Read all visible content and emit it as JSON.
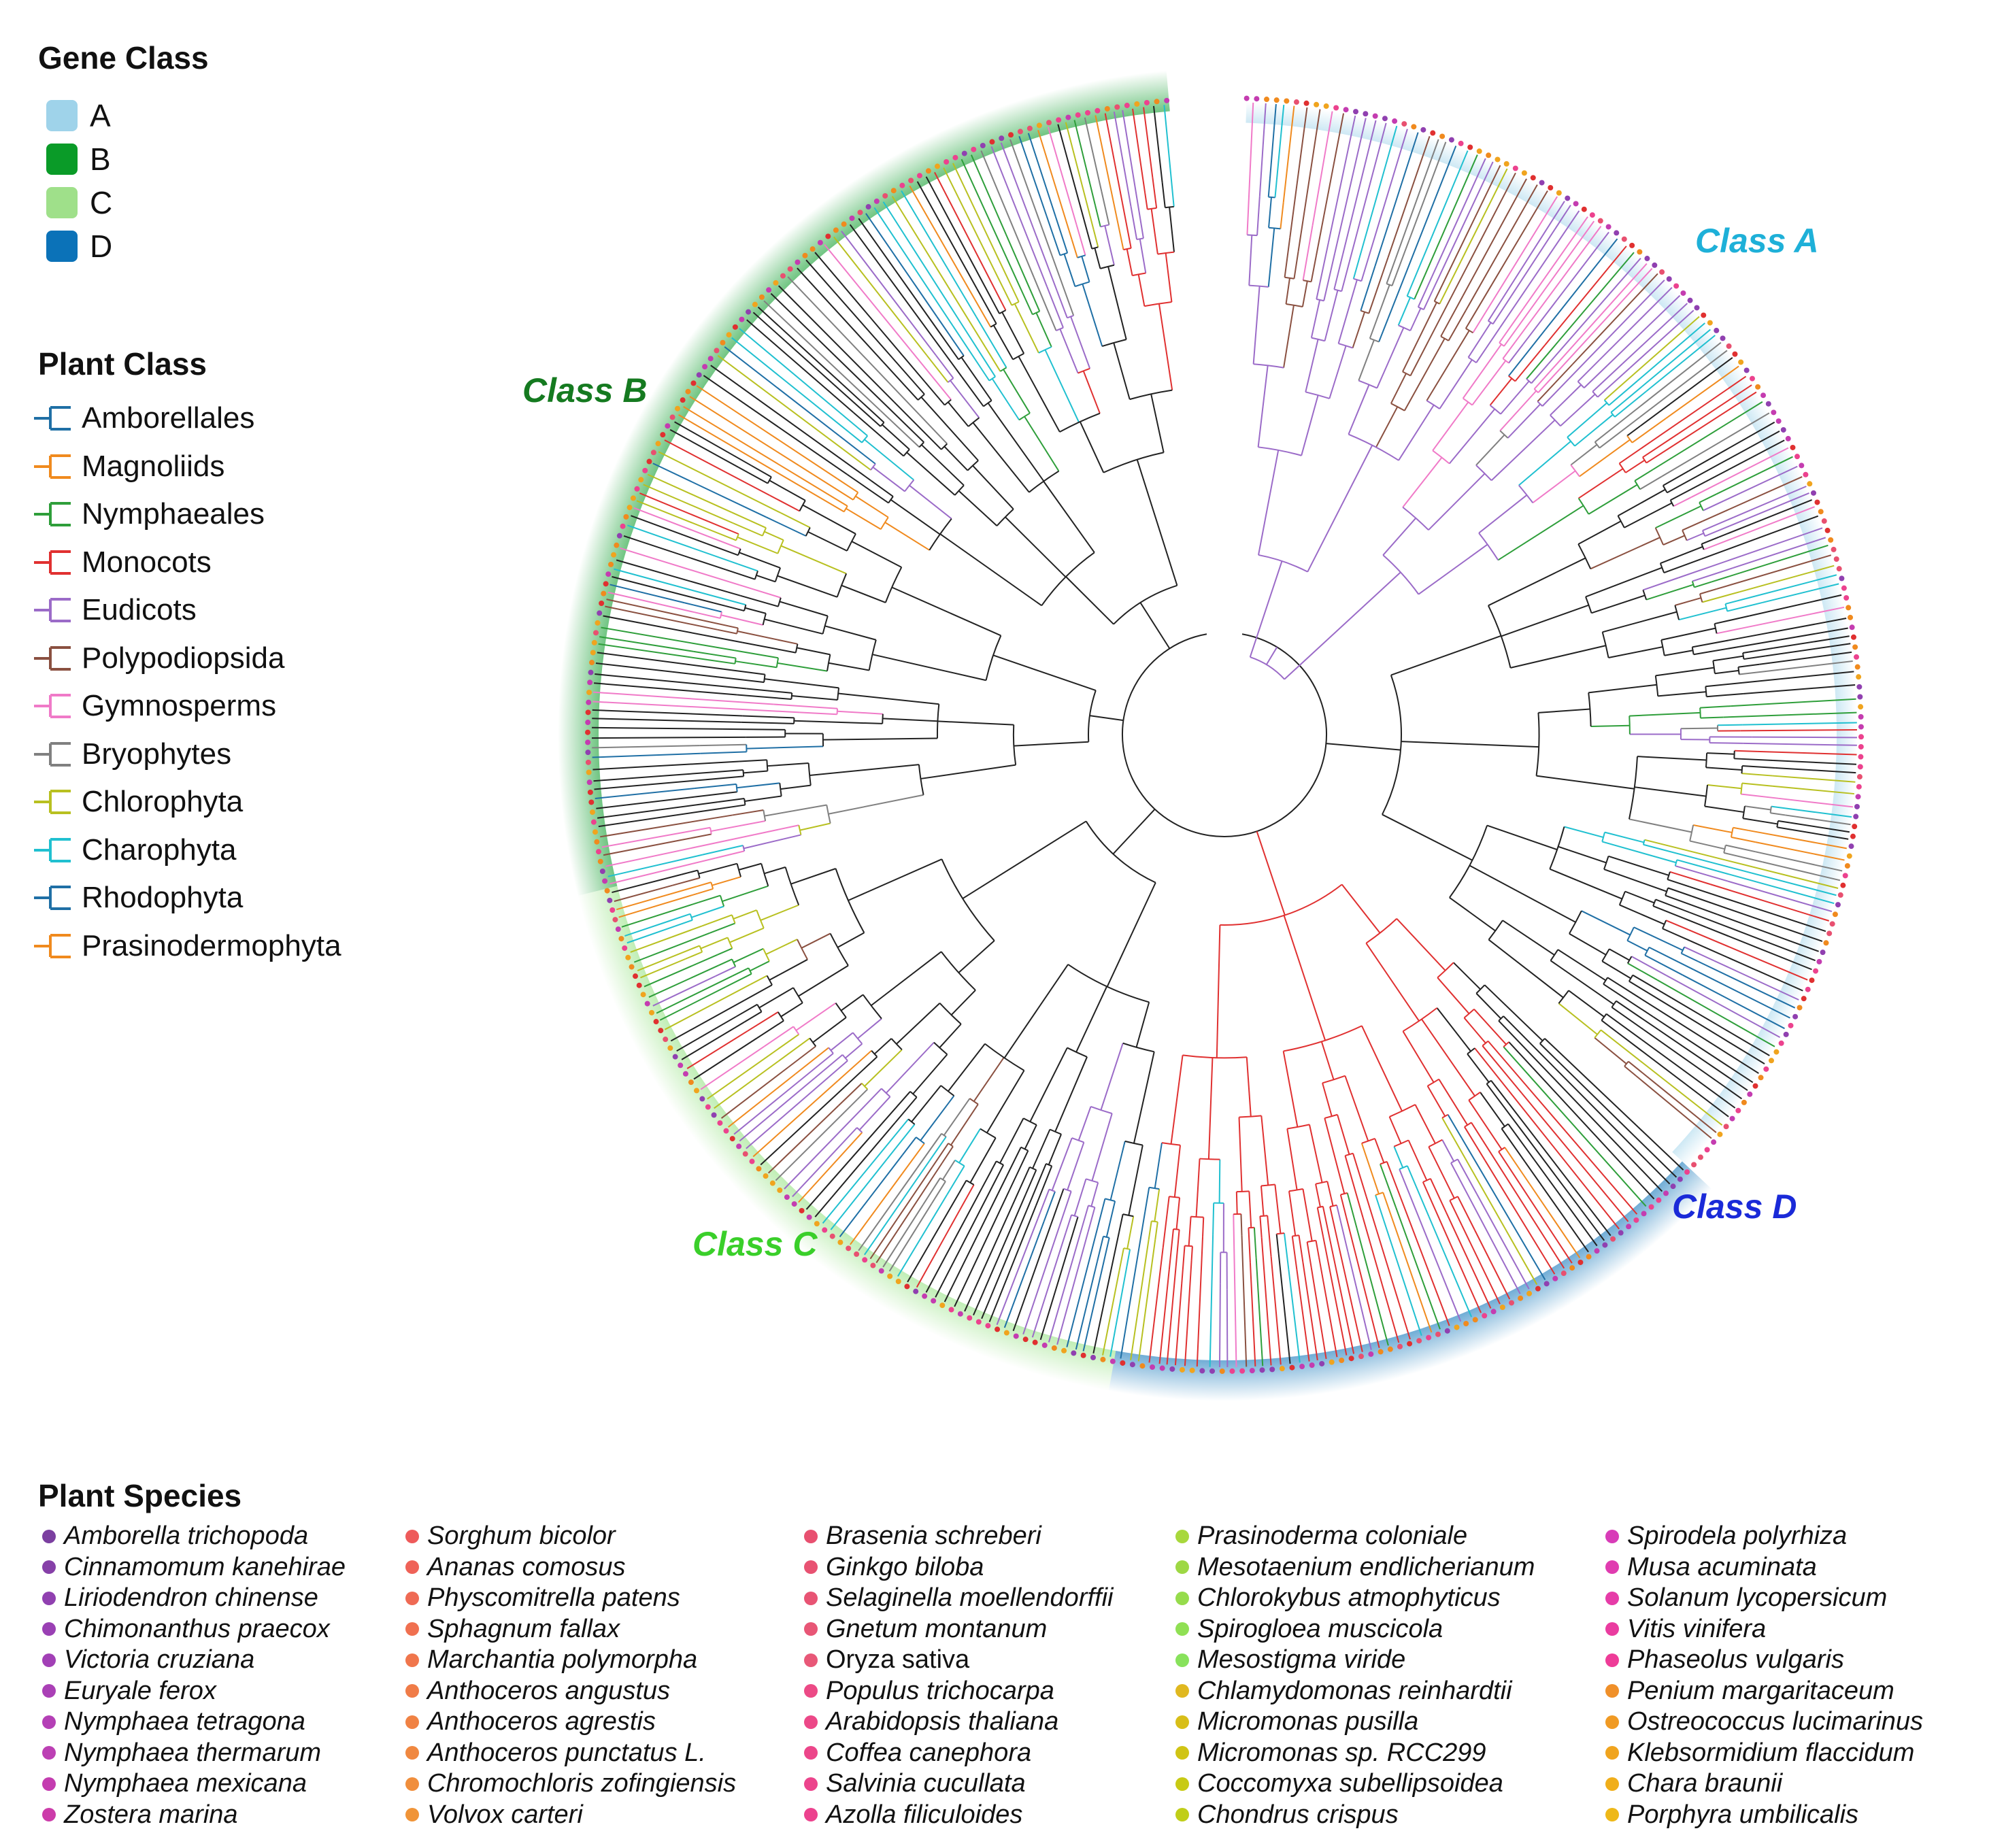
{
  "gene_class_legend": {
    "title": "Gene Class",
    "items": [
      {
        "label": "A",
        "color": "#9fd3ea"
      },
      {
        "label": "B",
        "color": "#0a9b28"
      },
      {
        "label": "C",
        "color": "#9fe08a"
      },
      {
        "label": "D",
        "color": "#0b72b8"
      }
    ]
  },
  "plant_class_legend": {
    "title": "Plant Class",
    "items": [
      {
        "label": "Amborellales",
        "color": "#1f6fa5"
      },
      {
        "label": "Magnoliids",
        "color": "#f08a1e"
      },
      {
        "label": "Nymphaeales",
        "color": "#2e9e3a"
      },
      {
        "label": "Monocots",
        "color": "#e03030"
      },
      {
        "label": "Eudicots",
        "color": "#9b6bc8"
      },
      {
        "label": "Polypodiopsida",
        "color": "#8a5040"
      },
      {
        "label": "Gymnosperms",
        "color": "#f07ac8"
      },
      {
        "label": "Bryophytes",
        "color": "#808080"
      },
      {
        "label": "Chlorophyta",
        "color": "#b8c020"
      },
      {
        "label": "Charophyta",
        "color": "#20c0d0"
      },
      {
        "label": "Rhodophyta",
        "color": "#1f6fa5"
      },
      {
        "label": "Prasinodermophyta",
        "color": "#f08a1e"
      }
    ]
  },
  "class_labels": {
    "a": {
      "text": "Class A",
      "color": "#1eb0d8"
    },
    "b": {
      "text": "Class B",
      "color": "#157a20"
    },
    "c": {
      "text": "Class C",
      "color": "#3acf2a"
    },
    "d": {
      "text": "Class D",
      "color": "#1a2ad8"
    }
  },
  "species_legend": {
    "title": "Plant Species",
    "columns": [
      [
        {
          "name": "Amborella trichopoda",
          "color": "#7b3fa0"
        },
        {
          "name": "Cinnamomum kanehirae",
          "color": "#8640a8"
        },
        {
          "name": "Liriodendron chinense",
          "color": "#9040b0"
        },
        {
          "name": "Chimonanthus praecox",
          "color": "#9a40b4"
        },
        {
          "name": "Victoria cruziana",
          "color": "#a240b6"
        },
        {
          "name": "Euryale ferox",
          "color": "#aa40b6"
        },
        {
          "name": "Nymphaea tetragona",
          "color": "#b440b6"
        },
        {
          "name": "Nymphaea thermarum",
          "color": "#bc40b4"
        },
        {
          "name": "Nymphaea mexicana",
          "color": "#c43cb0"
        },
        {
          "name": "Zostera marina",
          "color": "#cc3caa"
        }
      ],
      [
        {
          "name": "Sorghum bicolor",
          "color": "#ee5a5a"
        },
        {
          "name": "Ananas comosus",
          "color": "#ef6258"
        },
        {
          "name": "Physcomitrella patens",
          "color": "#ef6a54"
        },
        {
          "name": "Sphagnum fallax",
          "color": "#f07050"
        },
        {
          "name": "Marchantia polymorpha",
          "color": "#f0764c"
        },
        {
          "name": "Anthoceros angustus",
          "color": "#f07c48"
        },
        {
          "name": "Anthoceros agrestis",
          "color": "#f08244"
        },
        {
          "name": "Anthoceros punctatus L.",
          "color": "#f08840"
        },
        {
          "name": "Chromochloris zofingiensis",
          "color": "#f08e3c"
        },
        {
          "name": "Volvox carteri",
          "color": "#f09438"
        }
      ],
      [
        {
          "name": "Brasenia schreberi",
          "color": "#e85070"
        },
        {
          "name": "Ginkgo biloba",
          "color": "#e85272"
        },
        {
          "name": "Selaginella moellendorffii",
          "color": "#e85474"
        },
        {
          "name": "Gnetum montanum",
          "color": "#e85676"
        },
        {
          "name": "Oryza sativa",
          "color": "#e85878"
        },
        {
          "name": "Populus trichocarpa",
          "color": "#ec4a86"
        },
        {
          "name": "Arabidopsis thaliana",
          "color": "#ec4888"
        },
        {
          "name": "Coffea canephora",
          "color": "#ec468a"
        },
        {
          "name": "Salvinia cucullata",
          "color": "#ec448c"
        },
        {
          "name": "Azolla filiculoides",
          "color": "#ec428e"
        }
      ],
      [
        {
          "name": "Prasinoderma coloniale",
          "color": "#a8d83c"
        },
        {
          "name": "Mesotaenium endlicherianum",
          "color": "#9ed844"
        },
        {
          "name": "Chlorokybus atmophyticus",
          "color": "#96dc4c"
        },
        {
          "name": "Spirogloea muscicola",
          "color": "#90e054"
        },
        {
          "name": "Mesostigma viride",
          "color": "#88e25c"
        },
        {
          "name": "Chlamydomonas reinhardtii",
          "color": "#e0b820"
        },
        {
          "name": "Micromonas pusilla",
          "color": "#d8be18"
        },
        {
          "name": "Micromonas sp. RCC299",
          "color": "#d0c414"
        },
        {
          "name": "Coccomyxa subellipsoidea",
          "color": "#c8ca14"
        },
        {
          "name": "Chondrus crispus",
          "color": "#c0ce18"
        }
      ],
      [
        {
          "name": "Spirodela polyrhiza",
          "color": "#d83cb8"
        },
        {
          "name": "Musa acuminata",
          "color": "#e03cb0"
        },
        {
          "name": "Solanum lycopersicum",
          "color": "#e63ca8"
        },
        {
          "name": "Vitis vinifera",
          "color": "#ea3ca0"
        },
        {
          "name": "Phaseolus vulgaris",
          "color": "#ee3c98"
        },
        {
          "name": "Penium margaritaceum",
          "color": "#f0902a"
        },
        {
          "name": "Ostreococcus lucimarinus",
          "color": "#f09a24"
        },
        {
          "name": "Klebsormidium flaccidum",
          "color": "#f0a41e"
        },
        {
          "name": "Chara braunii",
          "color": "#f0ae1a"
        },
        {
          "name": "Porphyra umbilicalis",
          "color": "#eeb818"
        }
      ]
    ]
  }
}
